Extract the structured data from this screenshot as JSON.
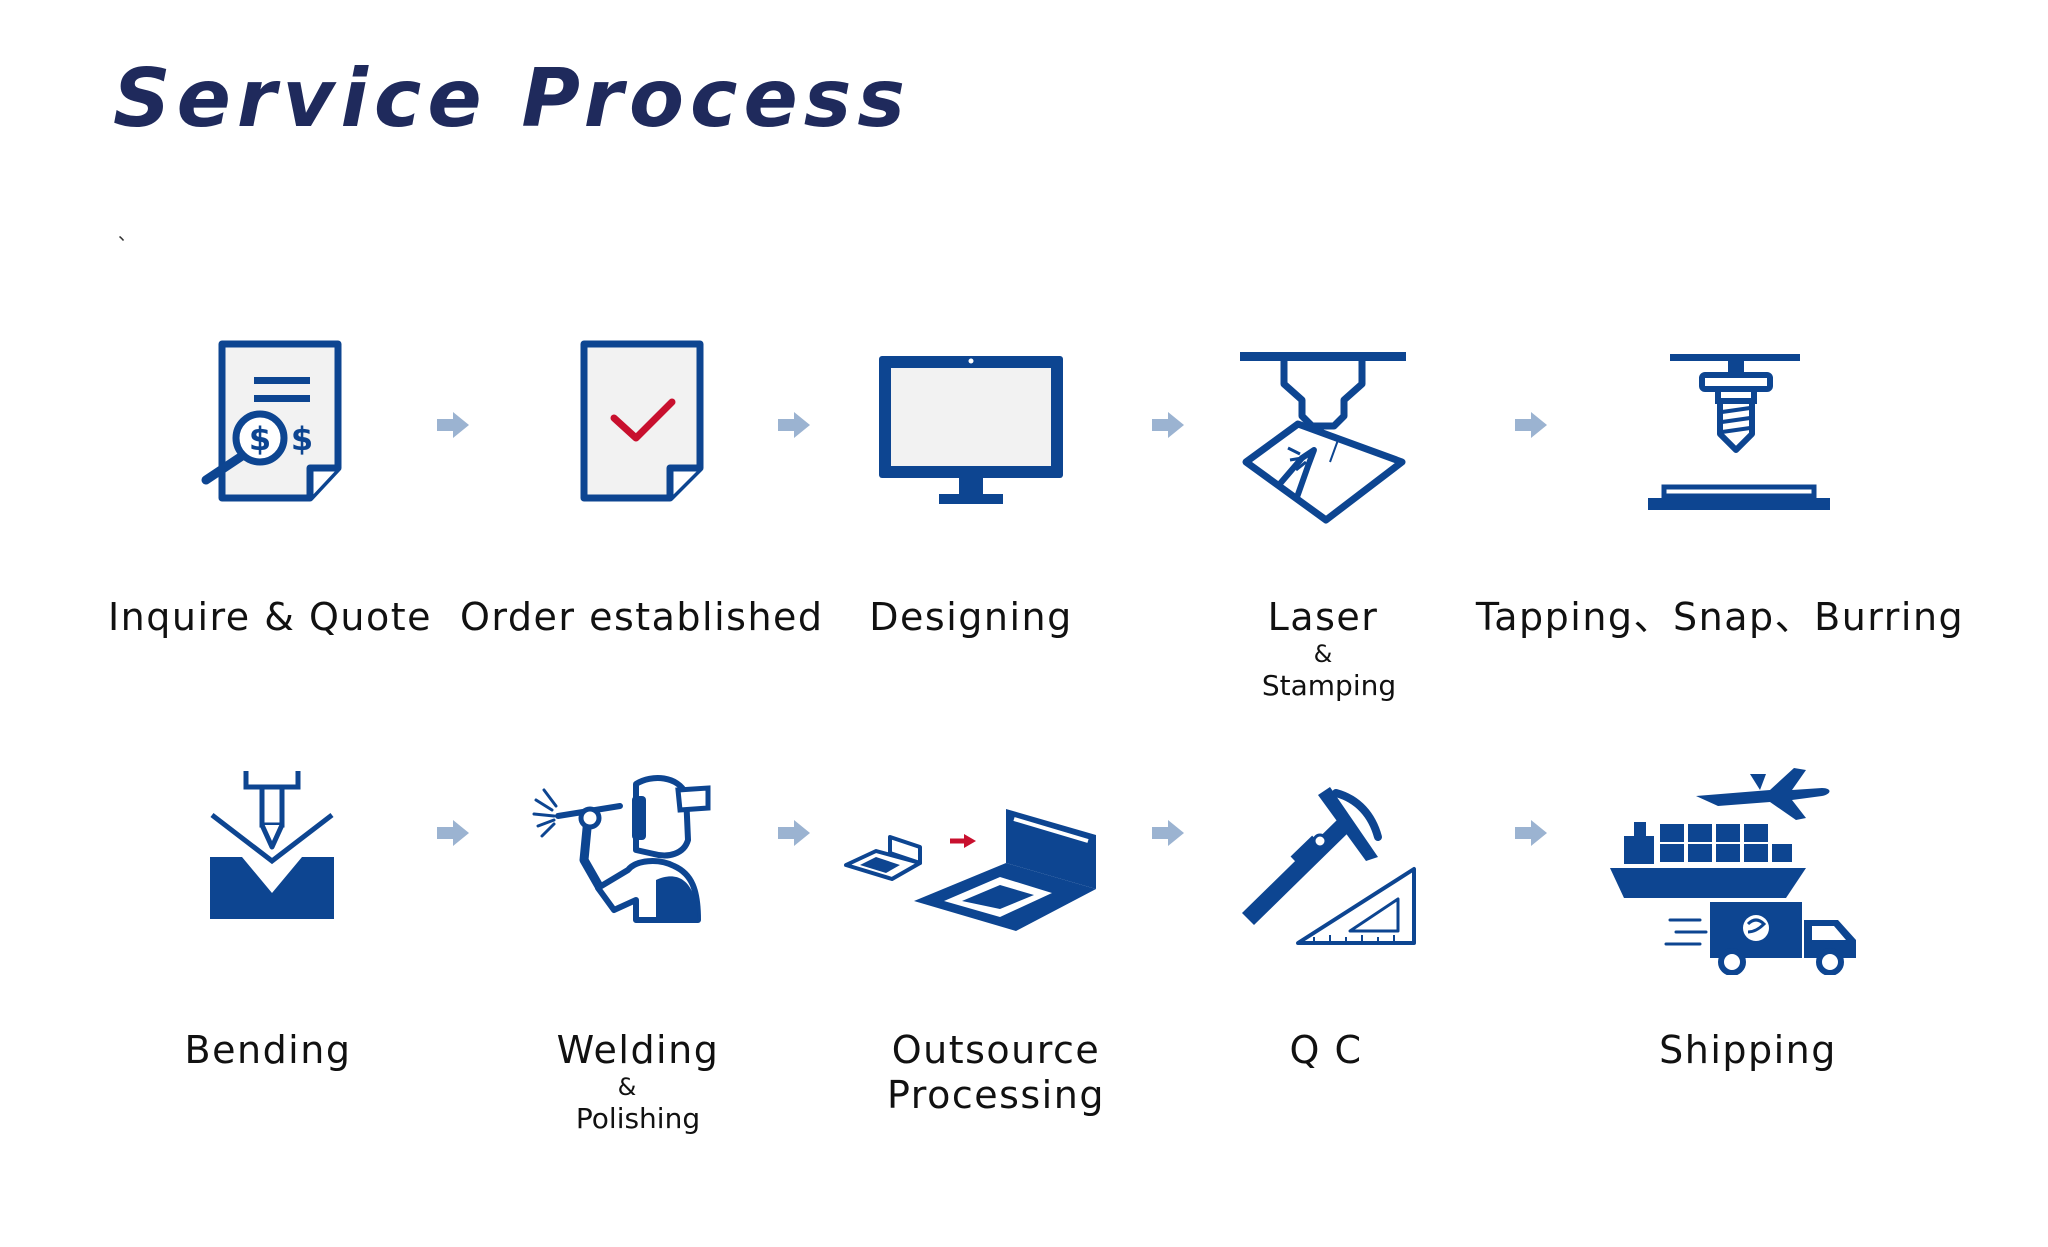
{
  "title": "Service Process",
  "stray_mark": "、",
  "colors": {
    "primary": "#0d4591",
    "accent": "#c8102e",
    "arrow": "#9bb3d1",
    "title": "#1f2a5c",
    "light": "#f2f2f2"
  },
  "steps": [
    {
      "icon": "quote-document-icon",
      "label": "Inquire & Quote"
    },
    {
      "icon": "checked-document-icon",
      "label": "Order established"
    },
    {
      "icon": "monitor-icon",
      "label": "Designing"
    },
    {
      "icon": "laser-cutting-icon",
      "label": "Laser",
      "amp": "&",
      "sub": "Stamping"
    },
    {
      "icon": "tapping-press-icon",
      "label": "Tapping、Snap、Burring"
    },
    {
      "icon": "press-brake-icon",
      "label": "Bending"
    },
    {
      "icon": "welder-icon",
      "label": "Welding",
      "amp": "&",
      "sub": "Polishing"
    },
    {
      "icon": "outsource-parts-icon",
      "label": "Outsource",
      "label2": "Processing"
    },
    {
      "icon": "caliper-icon",
      "label": "Q C"
    },
    {
      "icon": "shipping-icon",
      "label": "Shipping"
    }
  ]
}
